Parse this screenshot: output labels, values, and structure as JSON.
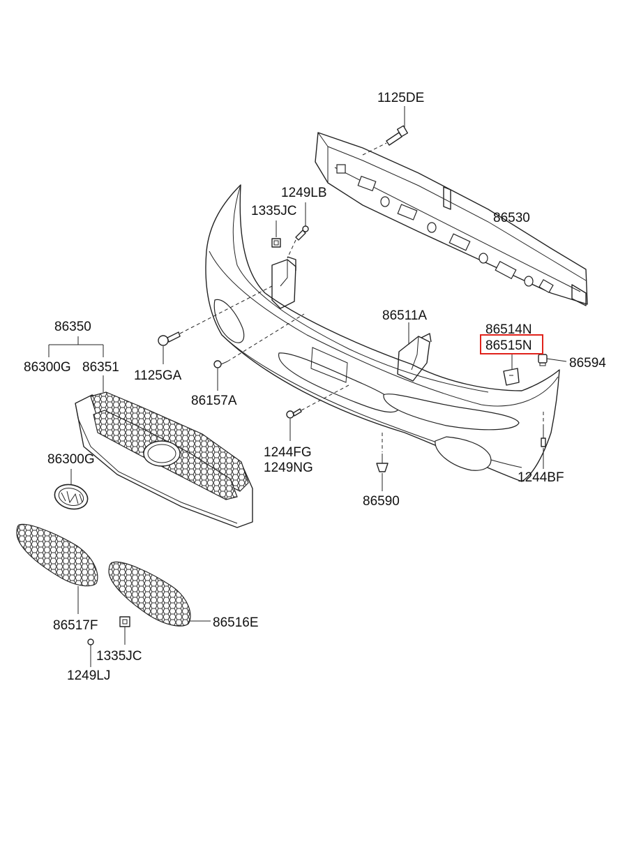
{
  "labels": {
    "p_1125DE": "1125DE",
    "p_1249LB": "1249LB",
    "p_1335JC_top": "1335JC",
    "p_86530": "86530",
    "p_86350": "86350",
    "p_86300G_a": "86300G",
    "p_86351": "86351",
    "p_1125GA": "1125GA",
    "p_86157A": "86157A",
    "p_86511A": "86511A",
    "p_86514N": "86514N",
    "p_86515N": "86515N",
    "p_86594": "86594",
    "p_86300G_b": "86300G",
    "p_1244FG": "1244FG",
    "p_1249NG": "1249NG",
    "p_86590": "86590",
    "p_1244BF": "1244BF",
    "p_86517F": "86517F",
    "p_86516E": "86516E",
    "p_1335JC_bottom": "1335JC",
    "p_1249LJ": "1249LJ"
  },
  "highlight": {
    "part": "86515N",
    "color": "#e0221b"
  }
}
